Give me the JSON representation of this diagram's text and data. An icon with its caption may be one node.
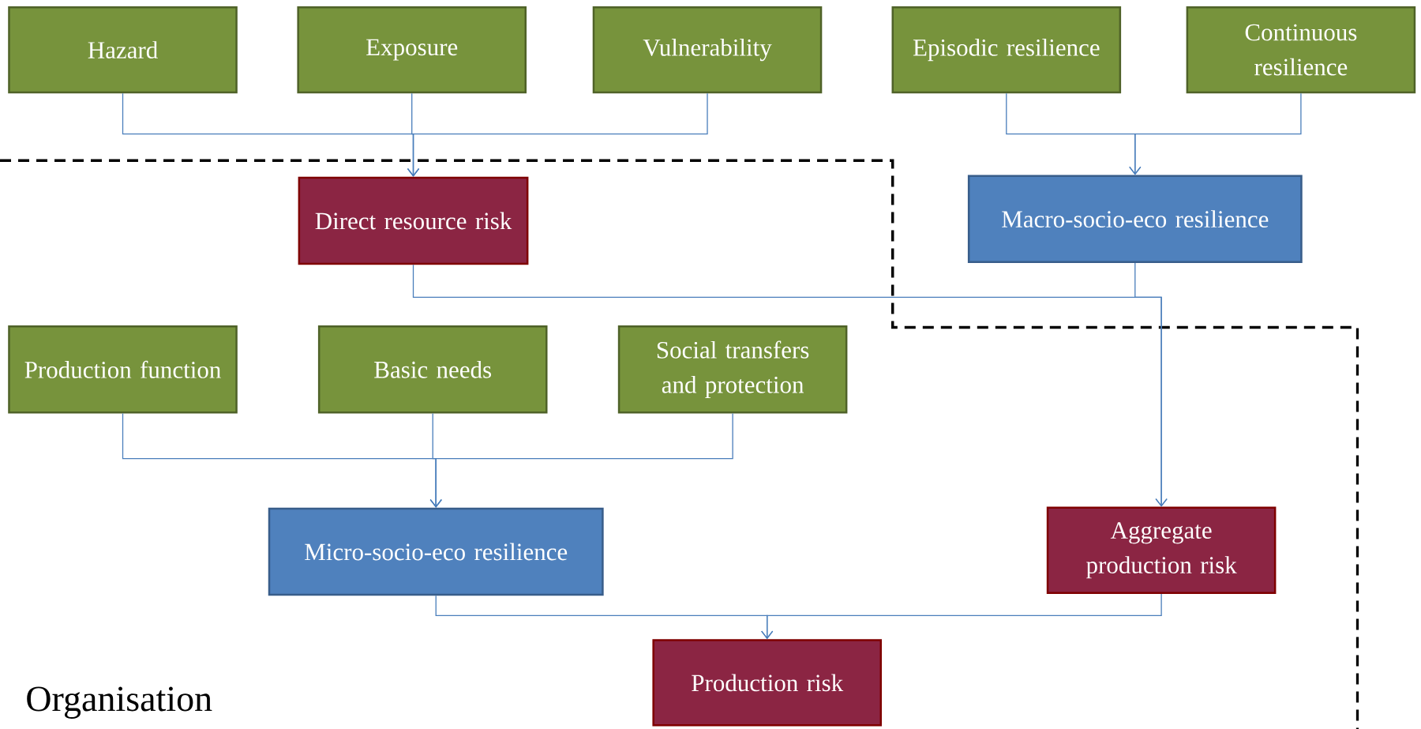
{
  "diagram": {
    "nodes": [
      {
        "text": [
          "Hazard"
        ]
      },
      {
        "text": [
          "Exposure"
        ]
      },
      {
        "text": [
          "Vulnerability"
        ]
      },
      {
        "text": [
          "Episodic resilience"
        ]
      },
      {
        "text": [
          "Continuous resilience"
        ]
      },
      {
        "text": [
          "Direct resource risk"
        ]
      },
      {
        "text": [
          "Macro-socio-eco resilience"
        ]
      },
      {
        "text": [
          "Production function"
        ]
      },
      {
        "text": [
          "Basic needs"
        ]
      },
      {
        "text": [
          "Social transfers and protection"
        ]
      },
      {
        "text": [
          "Micro-socio-eco resilience"
        ]
      },
      {
        "text": [
          "Aggregate production risk"
        ]
      },
      {
        "text": [
          "Production risk"
        ]
      }
    ],
    "edges": [
      {
        "from": 0,
        "to": 5,
        "arrow": "to"
      },
      {
        "from": 1,
        "to": 5,
        "arrow": "to"
      },
      {
        "from": 2,
        "to": 5,
        "arrow": "to"
      },
      {
        "from": 3,
        "to": 6,
        "arrow": "to"
      },
      {
        "from": 4,
        "to": 6,
        "arrow": "to"
      },
      {
        "from": 5,
        "to": 11,
        "arrow": "to"
      },
      {
        "from": 6,
        "to": 11,
        "arrow": "to"
      },
      {
        "from": 7,
        "to": 10,
        "arrow": "to"
      },
      {
        "from": 8,
        "to": 10,
        "arrow": "to"
      },
      {
        "from": 9,
        "to": 10,
        "arrow": "to"
      },
      {
        "from": 10,
        "to": 12,
        "arrow": "to"
      },
      {
        "from": 11,
        "to": 12,
        "arrow": "to"
      }
    ],
    "labels": [
      "Organisation"
    ]
  }
}
